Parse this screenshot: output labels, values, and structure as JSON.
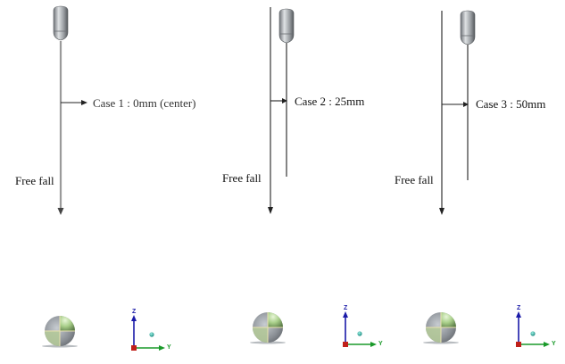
{
  "panels": [
    {
      "id": "case1",
      "case_label": "Case 1 : 0mm (center)",
      "fall_label": "Free fall"
    },
    {
      "id": "case2",
      "case_label": "Case 2 : 25mm",
      "fall_label": "Free fall"
    },
    {
      "id": "case3",
      "case_label": "Case 3 : 50mm",
      "fall_label": "Free fall"
    }
  ],
  "axis_labels": {
    "z": "Z",
    "y": "Y"
  },
  "colors": {
    "line": "#222222",
    "case1_line": "#9a9a9a",
    "sphere_green": "#a9cf8a",
    "sphere_gray": "#8a8f95",
    "axis_z": "#1a1aa8",
    "axis_y": "#1a9a2a",
    "axis_origin": "#c0201a",
    "axis_point": "#1fb8a8"
  }
}
